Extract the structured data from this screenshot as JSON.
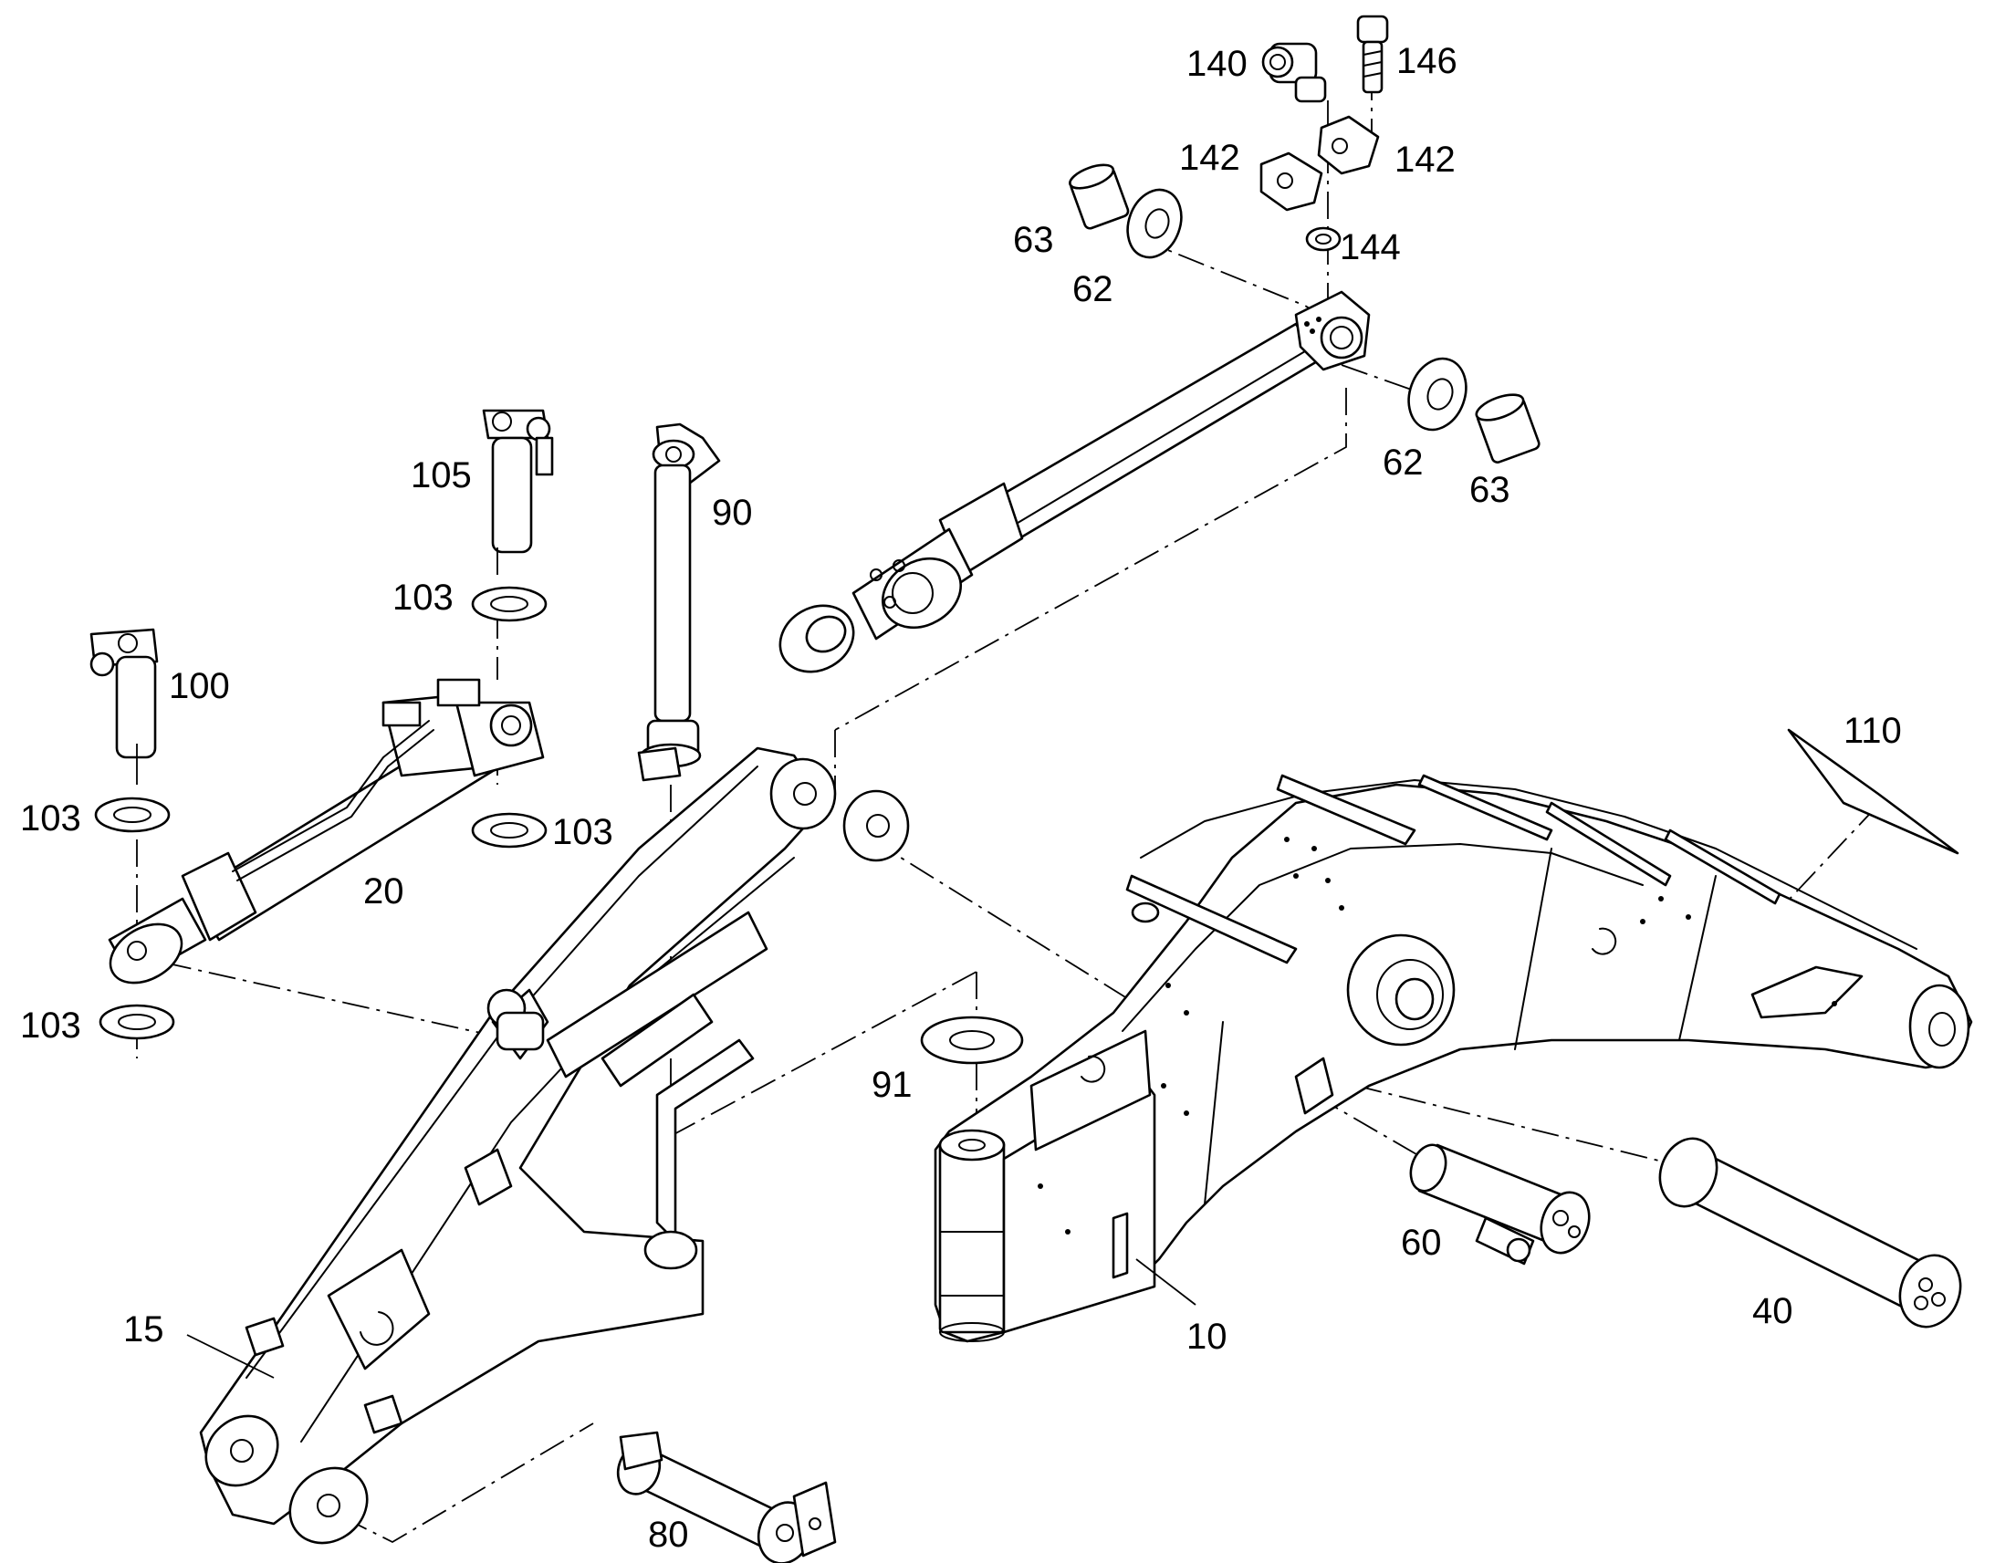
{
  "callouts": {
    "c140": "140",
    "c146": "146",
    "c142a": "142",
    "c142b": "142",
    "c144": "144",
    "c63a": "63",
    "c62a": "62",
    "c62b": "62",
    "c63b": "63",
    "c105": "105",
    "c90": "90",
    "c103a": "103",
    "c100": "100",
    "c103b": "103",
    "c103c": "103",
    "c20": "20",
    "c103d": "103",
    "c110": "110",
    "c91": "91",
    "c60": "60",
    "c40": "40",
    "c15": "15",
    "c10": "10",
    "c80": "80"
  },
  "colors": {
    "line": "#000000",
    "paper": "#ffffff"
  }
}
